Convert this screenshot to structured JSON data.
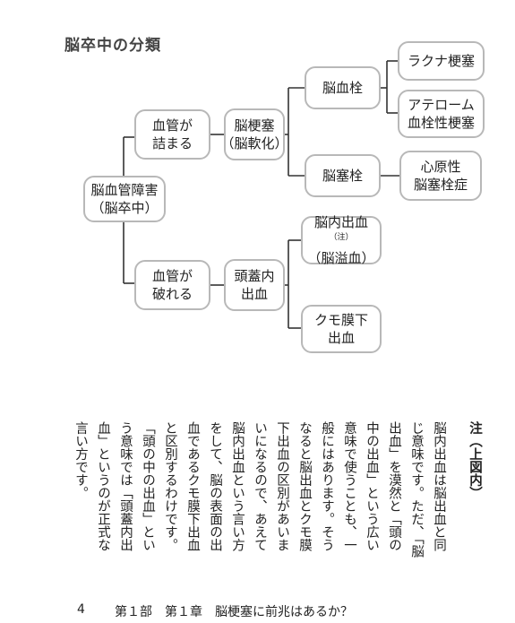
{
  "title": "脳卒中の分類",
  "diagram": {
    "root": [
      "脳血管障害",
      "（脳卒中）"
    ],
    "vessel_blocked": [
      "血管が",
      "詰まる"
    ],
    "vessel_broken": [
      "血管が",
      "破れる"
    ],
    "infarction": [
      "脳梗塞",
      "（脳軟化）"
    ],
    "thrombosis": "脳血栓",
    "embolism": "脳塞栓",
    "lacunar": "ラクナ梗塞",
    "athero": [
      "アテローム",
      "血栓性梗塞"
    ],
    "cardiogenic": [
      "心原性",
      "脳塞栓症"
    ],
    "intracranial": [
      "頭蓋内",
      "出血"
    ],
    "brain_hemorrhage": [
      "脳内出血",
      "（注）",
      "（脳溢血）"
    ],
    "subarachnoid": [
      "クモ膜下",
      "出血"
    ]
  },
  "note": {
    "heading": "注（上図内）",
    "columns": [
      "脳内出血は脳出血と同",
      "じ意味です。ただ、「脳",
      "出血」を漠然と「頭の",
      "中の出血」という広い",
      "意味で使うことも、一",
      "般にはあります。そう",
      "なると脳出血とクモ膜",
      "下出血の区別があいま",
      "いになるので、あえて",
      "脳内出血という言い方",
      "をして、脳の表面の出",
      "血であるクモ膜下出血",
      "と区別するわけです。",
      "「頭の中の出血」とい",
      "う意味では「頭蓋内出",
      "血」というのが正式な",
      "言い方です。"
    ]
  },
  "footer": {
    "page": "4",
    "chapter": "第１部　第１章　脳梗塞に前兆はあるか？"
  }
}
